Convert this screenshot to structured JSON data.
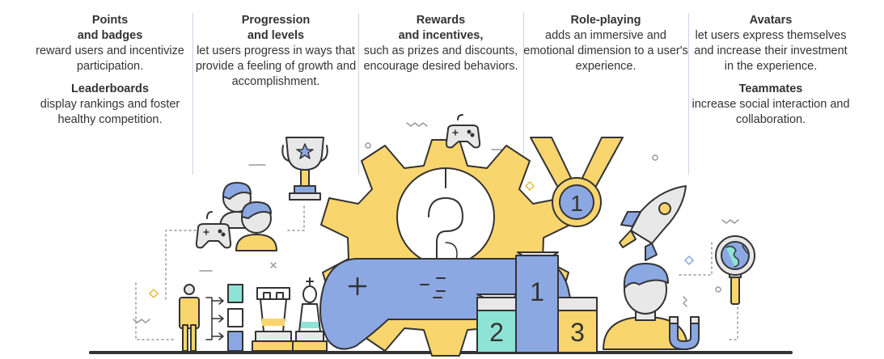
{
  "columns": [
    {
      "blocks": [
        {
          "title": [
            "Points",
            "and badges"
          ],
          "text": "reward users and incentivize participation."
        },
        {
          "title": [
            "Leaderboards"
          ],
          "text": "display rankings and foster healthy competition."
        }
      ]
    },
    {
      "blocks": [
        {
          "title": [
            "Progression",
            "and levels"
          ],
          "text": "let users progress in ways that provide a feeling of growth and accomplishment."
        }
      ]
    },
    {
      "blocks": [
        {
          "title": [
            "Rewards",
            "and incentives,"
          ],
          "text": "such as prizes and discounts, encourage desired behaviors."
        }
      ]
    },
    {
      "blocks": [
        {
          "title": [
            "Role-playing"
          ],
          "text": "adds an immersive and emotional dimension to a user's experience."
        }
      ]
    },
    {
      "blocks": [
        {
          "title": [
            "Avatars"
          ],
          "text": "let users express themselves and increase their investment in the experience."
        },
        {
          "title": [
            "Teammates"
          ],
          "text": "increase social interaction and collaboration."
        }
      ]
    }
  ],
  "podium": {
    "first": "1",
    "second": "2",
    "third": "3"
  },
  "medal_number": "1",
  "colors": {
    "yellow": "#f9d56e",
    "blue": "#8ba8e3",
    "teal": "#8de3d6",
    "outline": "#333333",
    "skin": "#e8e8e8",
    "grey": "#999999",
    "divider": "#c8d4e4"
  }
}
